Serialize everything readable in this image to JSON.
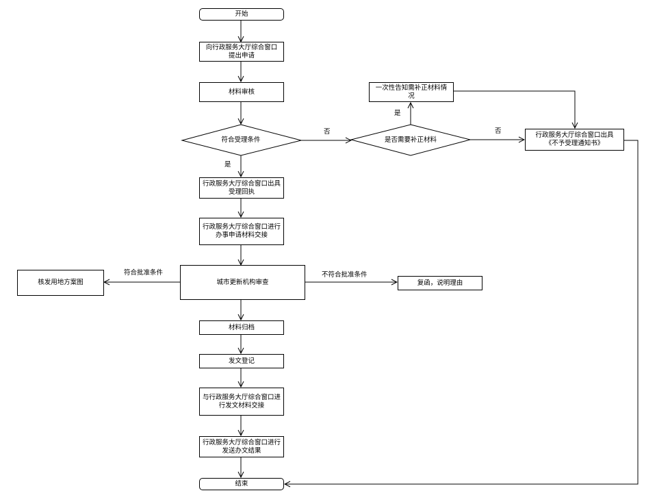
{
  "nodes": {
    "start": "开始",
    "apply": "向行政服务大厅综合窗口提出申请",
    "review": "材料审核",
    "meets_acceptance": "符合受理条件",
    "needs_correction": "是否需要补正材料",
    "correction_notice": "一次性告知需补正材料情况",
    "rejection_notice": "行政服务大厅综合窗口出具《不予受理通知书》",
    "receipt": "行政服务大厅综合窗口出具受理回执",
    "handover": "行政服务大厅综合窗口进行办事申请材料交接",
    "urban_review": "城市更新机构审查",
    "issue_map": "核发用地方案图",
    "reply_reason": "复函，说明理由",
    "archive": "材料归档",
    "register": "发文登记",
    "dispatch_handover": "与行政服务大厅综合窗口进行发文材料交接",
    "send_result": "行政服务大厅综合窗口进行发送办文结果",
    "end": "结束"
  },
  "edge_labels": {
    "no_1": "否",
    "yes_1": "是",
    "yes_2": "是",
    "no_2": "否",
    "approve": "符合批准条件",
    "not_approve": "不符合批准条件"
  }
}
